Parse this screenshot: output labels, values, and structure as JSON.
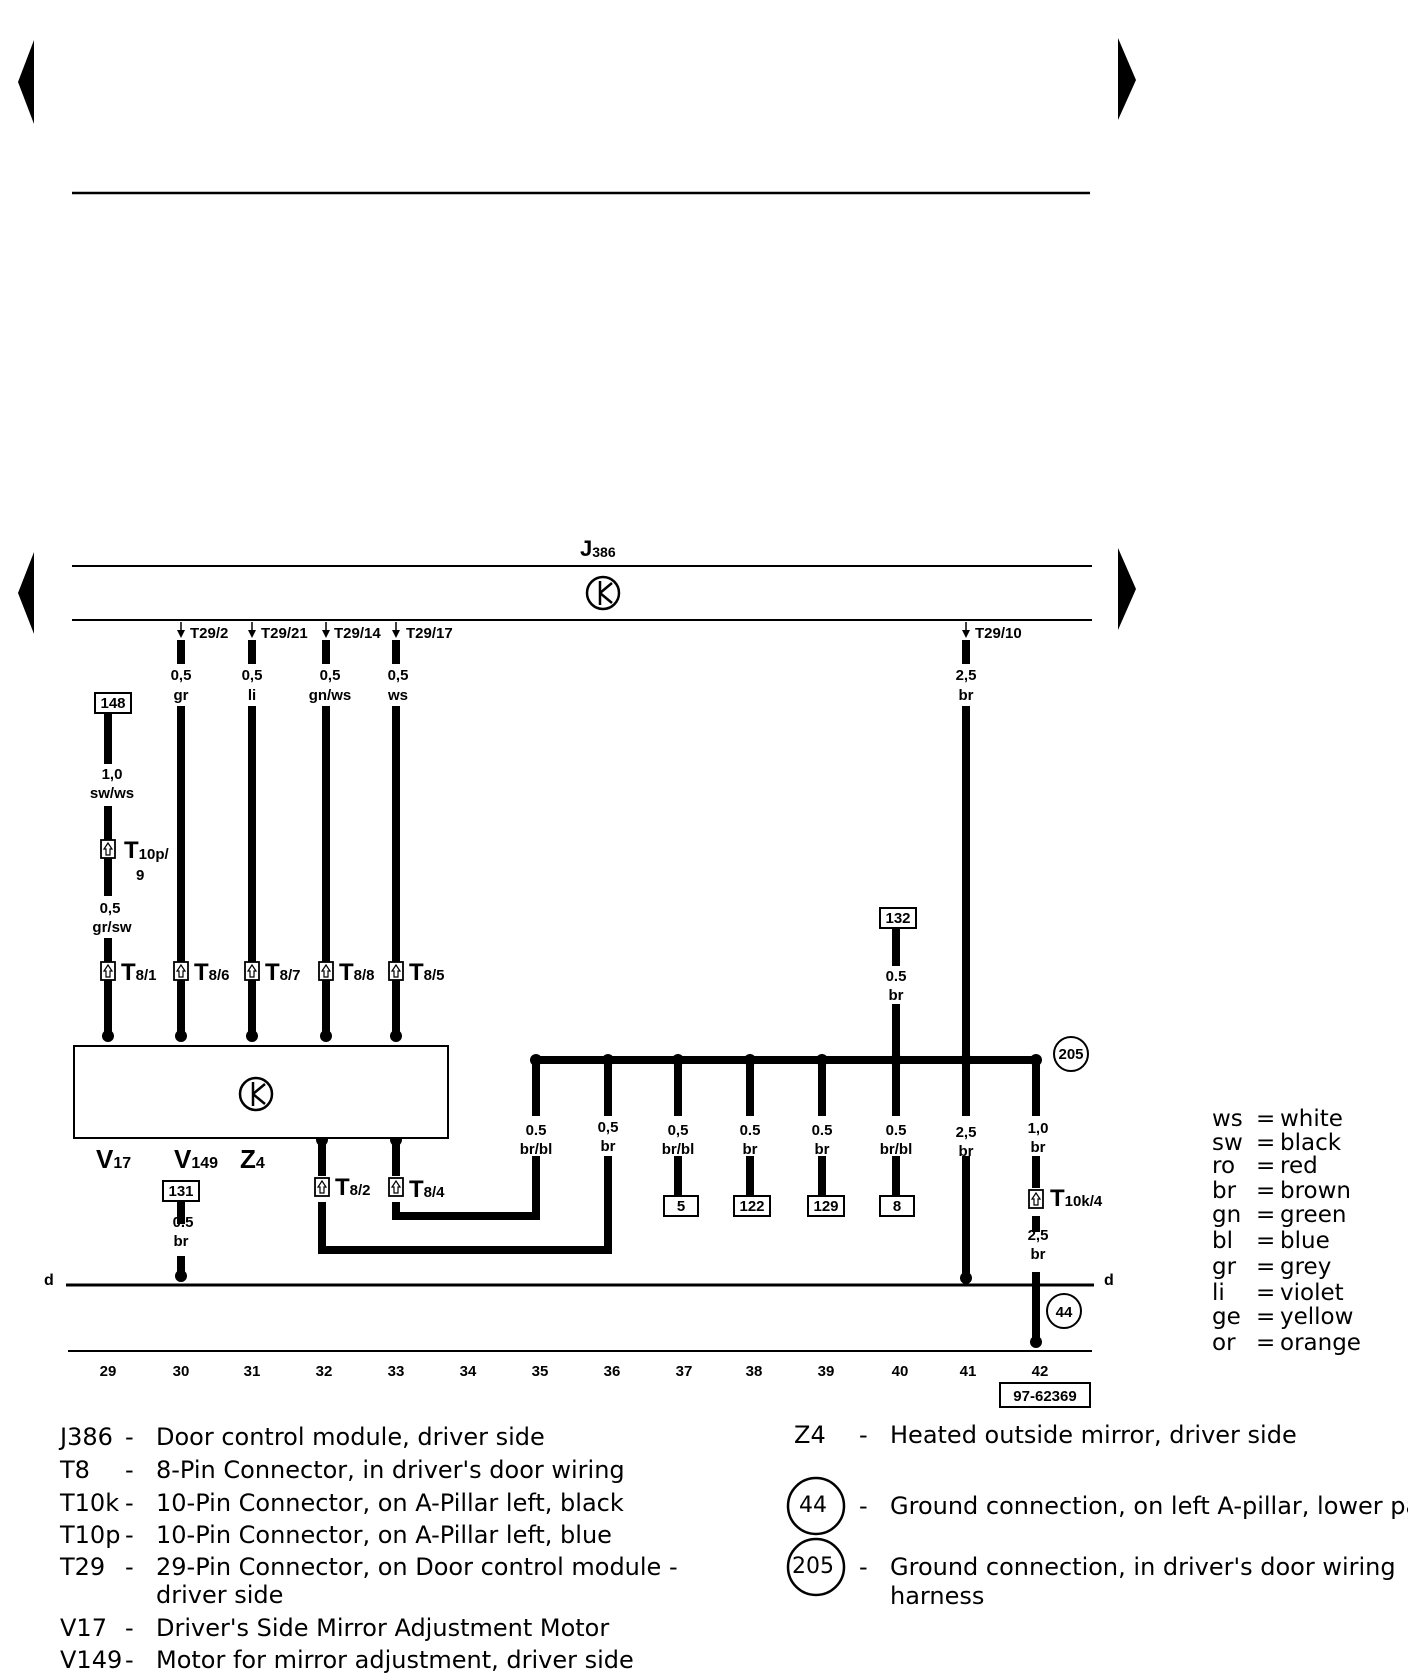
{
  "module_label": "J386",
  "module_label_main": "J",
  "module_label_sub": "386",
  "t29_pins": [
    "T29/2",
    "T29/21",
    "T29/14",
    "T29/17",
    "T29/10"
  ],
  "wire_sizes": {
    "w30": "0,5",
    "w30c": "gr",
    "w31": "0,5",
    "w31c": "li",
    "w32": "0,5",
    "w32c": "gn/ws",
    "w33": "0,5",
    "w33c": "ws",
    "w41": "2,5",
    "w41c": "br",
    "w29a": "1,0",
    "w29ac": "sw/ws",
    "w29b": "0,5",
    "w29bc": "gr/sw",
    "w40top": "0.5",
    "w40topc": "br",
    "w35": "0.5",
    "w35c": "br/bl",
    "w36": "0,5",
    "w36c": "br",
    "w37": "0,5",
    "w37c": "br/bl",
    "w38": "0.5",
    "w38c": "br",
    "w39": "0.5",
    "w39c": "br",
    "w40": "0.5",
    "w40c": "br/bl",
    "w41b": "2,5",
    "w41bc": "br",
    "w42": "1,0",
    "w42c": "br",
    "w42b": "2,5",
    "w42bc": "br",
    "w30b": "0.5",
    "w30bc": "br"
  },
  "refs": {
    "r148": "148",
    "r132": "132",
    "r131": "131",
    "r5": "5",
    "r122": "122",
    "r129": "129",
    "r8": "8"
  },
  "grounds": {
    "g205": "205",
    "g44": "44"
  },
  "connectors": {
    "t10p_main": "T",
    "t10p_sub": "10p/",
    "t10p_pin": "9",
    "t8_1": "8/1",
    "t8_6": "8/6",
    "t8_7": "8/7",
    "t8_8": "8/8",
    "t8_5": "8/5",
    "t8_2": "8/2",
    "t8_4": "8/4",
    "t10k_sub": "10k/4",
    "T": "T"
  },
  "components": {
    "v17_main": "V",
    "v17_sub": "17",
    "v149_main": "V",
    "v149_sub": "149",
    "z4_main": "Z",
    "z4_sub": "4"
  },
  "bus_label": "d",
  "track_numbers": [
    "29",
    "30",
    "31",
    "32",
    "33",
    "34",
    "35",
    "36",
    "37",
    "38",
    "39",
    "40",
    "41",
    "42"
  ],
  "drawing_id": "97-62369",
  "color_legend": [
    {
      "code": "ws",
      "name": "white"
    },
    {
      "code": "sw",
      "name": "black"
    },
    {
      "code": "ro",
      "name": "red"
    },
    {
      "code": "br",
      "name": "brown"
    },
    {
      "code": "gn",
      "name": "green"
    },
    {
      "code": "bl",
      "name": "blue"
    },
    {
      "code": "gr",
      "name": "grey"
    },
    {
      "code": "li",
      "name": "violet"
    },
    {
      "code": "ge",
      "name": "yellow"
    },
    {
      "code": "or",
      "name": "orange"
    }
  ],
  "legend_eq": "=",
  "descriptions_left": [
    {
      "code": "J386",
      "dash": "-",
      "text": "Door control module, driver side"
    },
    {
      "code": "T8",
      "dash": "-",
      "text": "8-Pin Connector, in driver's door wiring"
    },
    {
      "code": "T10k",
      "dash": "-",
      "text": "10-Pin Connector, on A-Pillar left, black"
    },
    {
      "code": "T10p",
      "dash": "-",
      "text": "10-Pin Connector, on A-Pillar left, blue"
    },
    {
      "code": "T29",
      "dash": "-",
      "text": "29-Pin Connector, on Door control module -"
    },
    {
      "code": "",
      "dash": "",
      "text": "driver side"
    },
    {
      "code": "V17",
      "dash": "-",
      "text": "Driver's Side Mirror Adjustment Motor"
    },
    {
      "code": "V149",
      "dash": "-",
      "text": "Motor for mirror adjustment, driver side"
    }
  ],
  "descriptions_right": {
    "z4": {
      "code": "Z4",
      "dash": "-",
      "text": "Heated outside mirror, driver side"
    },
    "g44": {
      "code": "44",
      "dash": "-",
      "text": "Ground connection, on left A-pillar, lower part"
    },
    "g205": {
      "code": "205",
      "dash": "-",
      "text1": "Ground connection, in driver's door wiring",
      "text2": "harness"
    }
  }
}
